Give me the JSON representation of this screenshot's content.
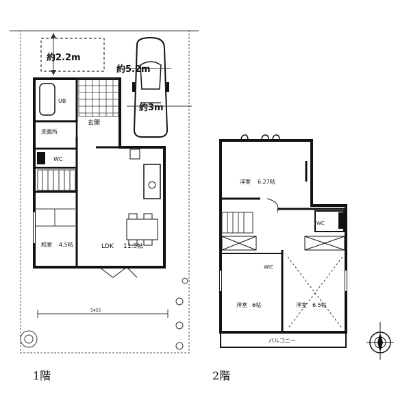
{
  "floors": [
    {
      "label": "1階",
      "rooms": [
        {
          "name": "LDK",
          "size": "11.5帖"
        },
        {
          "name": "和室",
          "size": "4.5帖"
        },
        {
          "name": "玄関",
          "size": ""
        },
        {
          "name": "洗面所",
          "size": ""
        }
      ],
      "dimensions": {
        "top_width": "約2.2m",
        "parking_length": "約5.2m",
        "parking_width": "約3m"
      },
      "fixtures": [
        "UB",
        "WC",
        "階段"
      ],
      "site_width": "5455"
    },
    {
      "label": "2階",
      "rooms": [
        {
          "name": "洋室",
          "size": "6.27帖"
        },
        {
          "name": "洋室",
          "size": "6帖"
        },
        {
          "name": "洋室",
          "size": "6.5帖"
        },
        {
          "name": "バルコニー",
          "size": ""
        }
      ],
      "fixtures": [
        "WC",
        "WIC",
        "収納"
      ]
    }
  ],
  "compass": {
    "symbol": "N"
  }
}
